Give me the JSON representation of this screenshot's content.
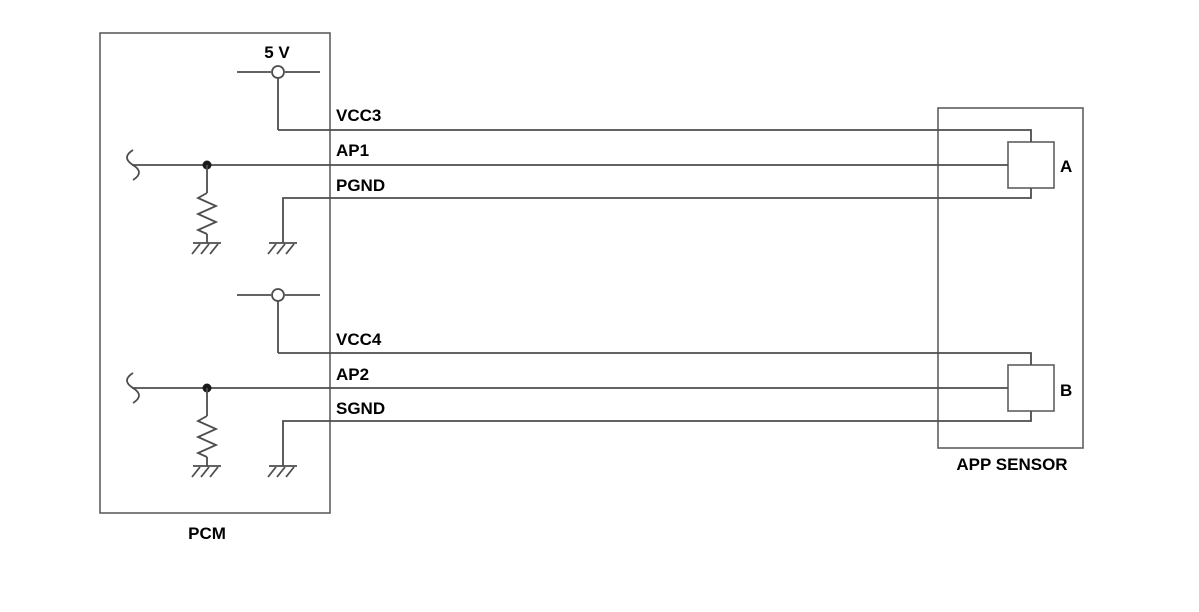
{
  "diagram": {
    "pcm": {
      "label": "PCM",
      "supply_label": "5 V",
      "pins": {
        "vcc3": "VCC3",
        "ap1": "AP1",
        "pgnd": "PGND",
        "vcc4": "VCC4",
        "ap2": "AP2",
        "sgnd": "SGND"
      }
    },
    "sensor": {
      "label": "APP SENSOR",
      "element_a": "A",
      "element_b": "B"
    },
    "colors": {
      "wire": "#4d4d4d",
      "box": "#5f5f5f",
      "text": "#000000",
      "background": "#ffffff"
    }
  }
}
